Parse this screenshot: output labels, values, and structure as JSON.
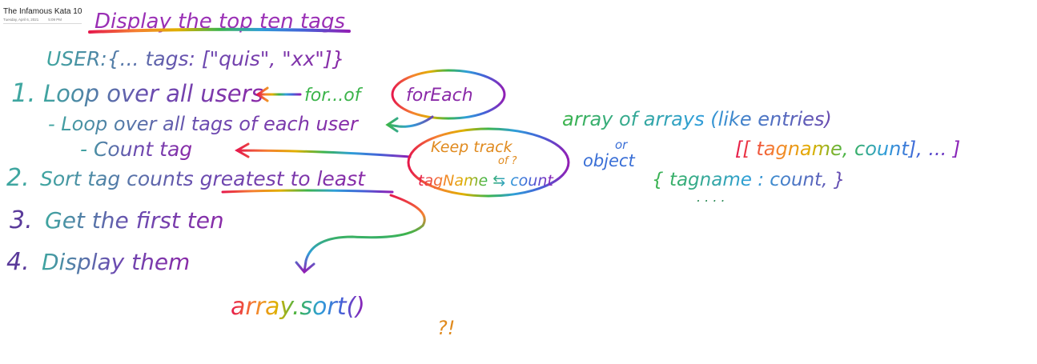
{
  "page": {
    "title": "The Infamous Kata 10",
    "date": "Tuesday, April 6, 2021",
    "time": "5:09 PM"
  },
  "ink": {
    "heading": "Display the top ten tags",
    "user_shape": "USER:{... tags: [\"quis\", \"xx\"]}",
    "steps": [
      {
        "num": "1.",
        "text": "Loop over all users"
      },
      {
        "num": "",
        "text": "- Loop over all tags of each user"
      },
      {
        "num": "",
        "text": "- Count tag"
      },
      {
        "num": "2.",
        "text": "Sort tag counts greatest to least"
      },
      {
        "num": "3.",
        "text": "Get the first ten"
      },
      {
        "num": "4.",
        "text": "Display them"
      }
    ],
    "for_of": "for...of",
    "for_each": "forEach",
    "keep_track_1": "Keep track",
    "keep_track_2": "of ?",
    "keep_track_3": "tagName ⇆ count",
    "array_of_arrays": "array of arrays (like entries)",
    "entries_shape": "[[ tagname, count], ... ]",
    "or": "or",
    "object": "object",
    "object_shape": "{ tagname : count, }",
    "object_dots": ". . . .",
    "array_sort": "array.sort()",
    "question": "?!"
  },
  "colors": {
    "ink_purple": "#8a2aa8",
    "ink_teal": "#3c9d9b",
    "ink_violet": "#5a3a9a",
    "ink_green": "#2e8b57",
    "ink_orange": "#e08a1e",
    "ink_red": "#d63a3a",
    "ink_blue": "#3a6fd6",
    "ink_rainbow": [
      "#e6194b",
      "#f58231",
      "#ffc000",
      "#3cb44b",
      "#2f9fd8",
      "#4363d8",
      "#911eb4"
    ]
  }
}
